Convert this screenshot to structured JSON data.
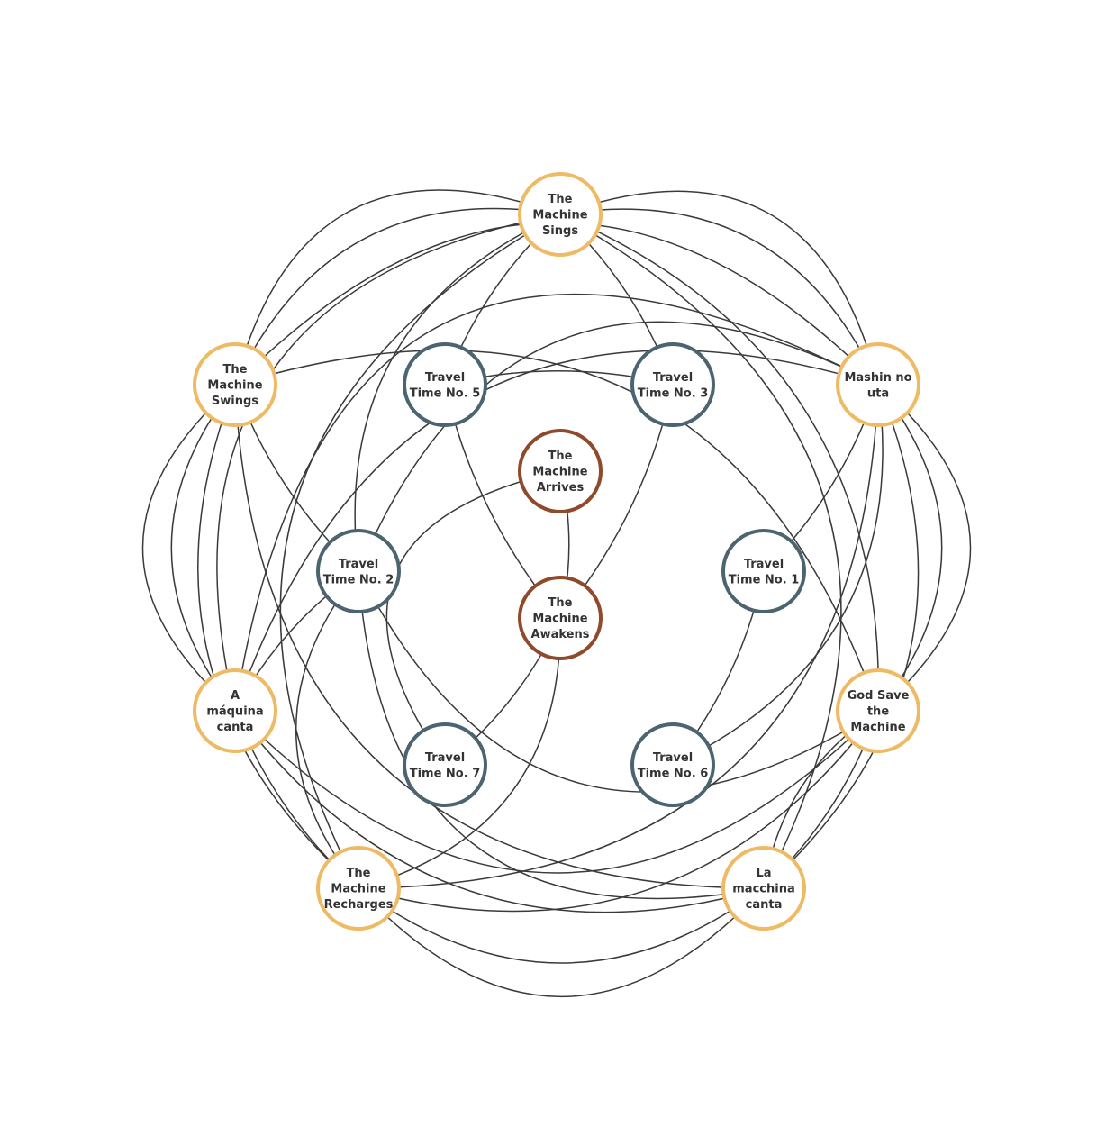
{
  "colors": {
    "album": "#efba64",
    "travel": "#4b6470",
    "core": "#8f4a2c",
    "edge": "#3a3a3a"
  },
  "nodes": [
    {
      "id": "sings",
      "lines": [
        "The",
        "Machine",
        "Sings"
      ],
      "kind": "album"
    },
    {
      "id": "swings",
      "lines": [
        "The",
        "Machine",
        "Swings"
      ],
      "kind": "album"
    },
    {
      "id": "mashin",
      "lines": [
        "Mashin no",
        "uta"
      ],
      "kind": "album"
    },
    {
      "id": "tt5",
      "lines": [
        "Travel",
        "Time No. 5"
      ],
      "kind": "travel"
    },
    {
      "id": "tt3",
      "lines": [
        "Travel",
        "Time No. 3"
      ],
      "kind": "travel"
    },
    {
      "id": "arrives",
      "lines": [
        "The",
        "Machine",
        "Arrives"
      ],
      "kind": "core"
    },
    {
      "id": "tt2",
      "lines": [
        "Travel",
        "Time No. 2"
      ],
      "kind": "travel"
    },
    {
      "id": "tt1",
      "lines": [
        "Travel",
        "Time No. 1"
      ],
      "kind": "travel"
    },
    {
      "id": "awakens",
      "lines": [
        "The",
        "Machine",
        "Awakens"
      ],
      "kind": "core"
    },
    {
      "id": "maquina",
      "lines": [
        "A",
        "máquina",
        "canta"
      ],
      "kind": "album"
    },
    {
      "id": "godsave",
      "lines": [
        "God Save",
        "the",
        "Machine"
      ],
      "kind": "album"
    },
    {
      "id": "tt7",
      "lines": [
        "Travel",
        "Time No. 7"
      ],
      "kind": "travel"
    },
    {
      "id": "tt6",
      "lines": [
        "Travel",
        "Time No. 6"
      ],
      "kind": "travel"
    },
    {
      "id": "recharges",
      "lines": [
        "The",
        "Machine",
        "Recharges"
      ],
      "kind": "album"
    },
    {
      "id": "macchina",
      "lines": [
        "La",
        "macchina",
        "canta"
      ],
      "kind": "album"
    }
  ],
  "edges": [
    [
      "tt5",
      "tt3"
    ],
    [
      "sings",
      "tt5"
    ],
    [
      "sings",
      "tt3"
    ],
    [
      "sings",
      "tt2"
    ],
    [
      "sings",
      "swings"
    ],
    [
      "sings",
      "swings"
    ],
    [
      "sings",
      "mashin"
    ],
    [
      "sings",
      "mashin"
    ],
    [
      "sings",
      "maquina"
    ],
    [
      "sings",
      "godsave"
    ],
    [
      "sings",
      "recharges"
    ],
    [
      "sings",
      "macchina"
    ],
    [
      "swings",
      "tt2"
    ],
    [
      "swings",
      "maquina"
    ],
    [
      "swings",
      "maquina"
    ],
    [
      "swings",
      "mashin"
    ],
    [
      "swings",
      "recharges"
    ],
    [
      "swings",
      "macchina"
    ],
    [
      "swings",
      "godsave"
    ],
    [
      "mashin",
      "tt1"
    ],
    [
      "mashin",
      "tt2"
    ],
    [
      "mashin",
      "tt6"
    ],
    [
      "mashin",
      "godsave"
    ],
    [
      "mashin",
      "godsave"
    ],
    [
      "mashin",
      "maquina"
    ],
    [
      "mashin",
      "recharges"
    ],
    [
      "mashin",
      "macchina"
    ],
    [
      "tt5",
      "awakens"
    ],
    [
      "tt3",
      "awakens"
    ],
    [
      "arrives",
      "tt7"
    ],
    [
      "arrives",
      "awakens"
    ],
    [
      "awakens",
      "tt7"
    ],
    [
      "awakens",
      "recharges"
    ],
    [
      "tt2",
      "maquina"
    ],
    [
      "tt2",
      "recharges"
    ],
    [
      "tt2",
      "godsave"
    ],
    [
      "tt2",
      "macchina"
    ],
    [
      "tt1",
      "tt6"
    ],
    [
      "maquina",
      "recharges"
    ],
    [
      "maquina",
      "macchina"
    ],
    [
      "maquina",
      "godsave"
    ],
    [
      "maquina",
      "mashin"
    ],
    [
      "godsave",
      "macchina"
    ],
    [
      "godsave",
      "recharges"
    ],
    [
      "godsave",
      "macchina"
    ],
    [
      "recharges",
      "macchina"
    ],
    [
      "recharges",
      "macchina"
    ]
  ]
}
